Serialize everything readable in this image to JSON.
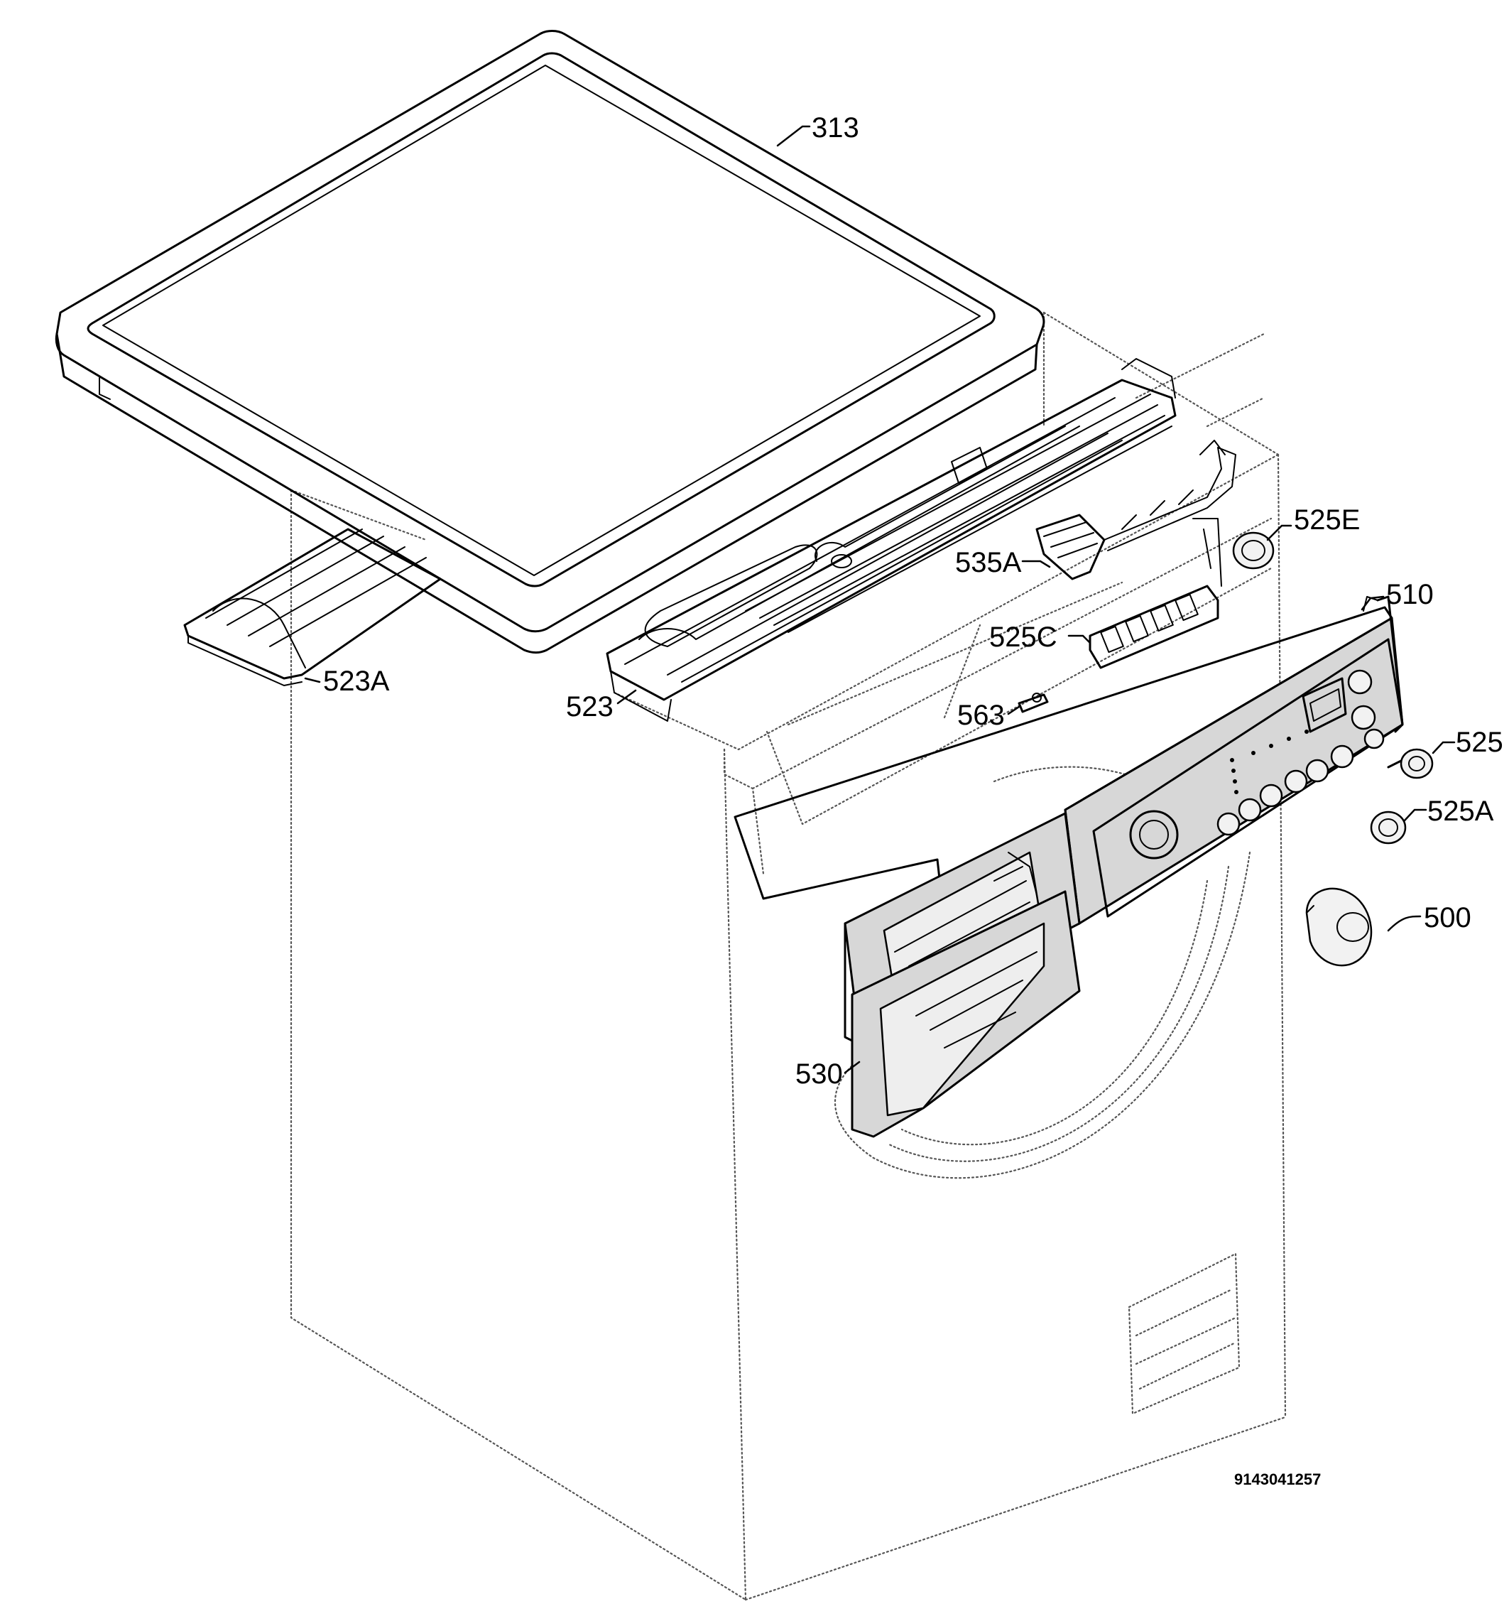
{
  "diagram": {
    "document_number": "9143041257",
    "callouts": [
      {
        "id": "313",
        "label": "313"
      },
      {
        "id": "525E",
        "label": "525E"
      },
      {
        "id": "535A",
        "label": "535A"
      },
      {
        "id": "510",
        "label": "510"
      },
      {
        "id": "525C",
        "label": "525C"
      },
      {
        "id": "523A",
        "label": "523A"
      },
      {
        "id": "523",
        "label": "523"
      },
      {
        "id": "563",
        "label": "563"
      },
      {
        "id": "525",
        "label": "525"
      },
      {
        "id": "525A",
        "label": "525A"
      },
      {
        "id": "500",
        "label": "500"
      },
      {
        "id": "530",
        "label": "530"
      }
    ]
  }
}
